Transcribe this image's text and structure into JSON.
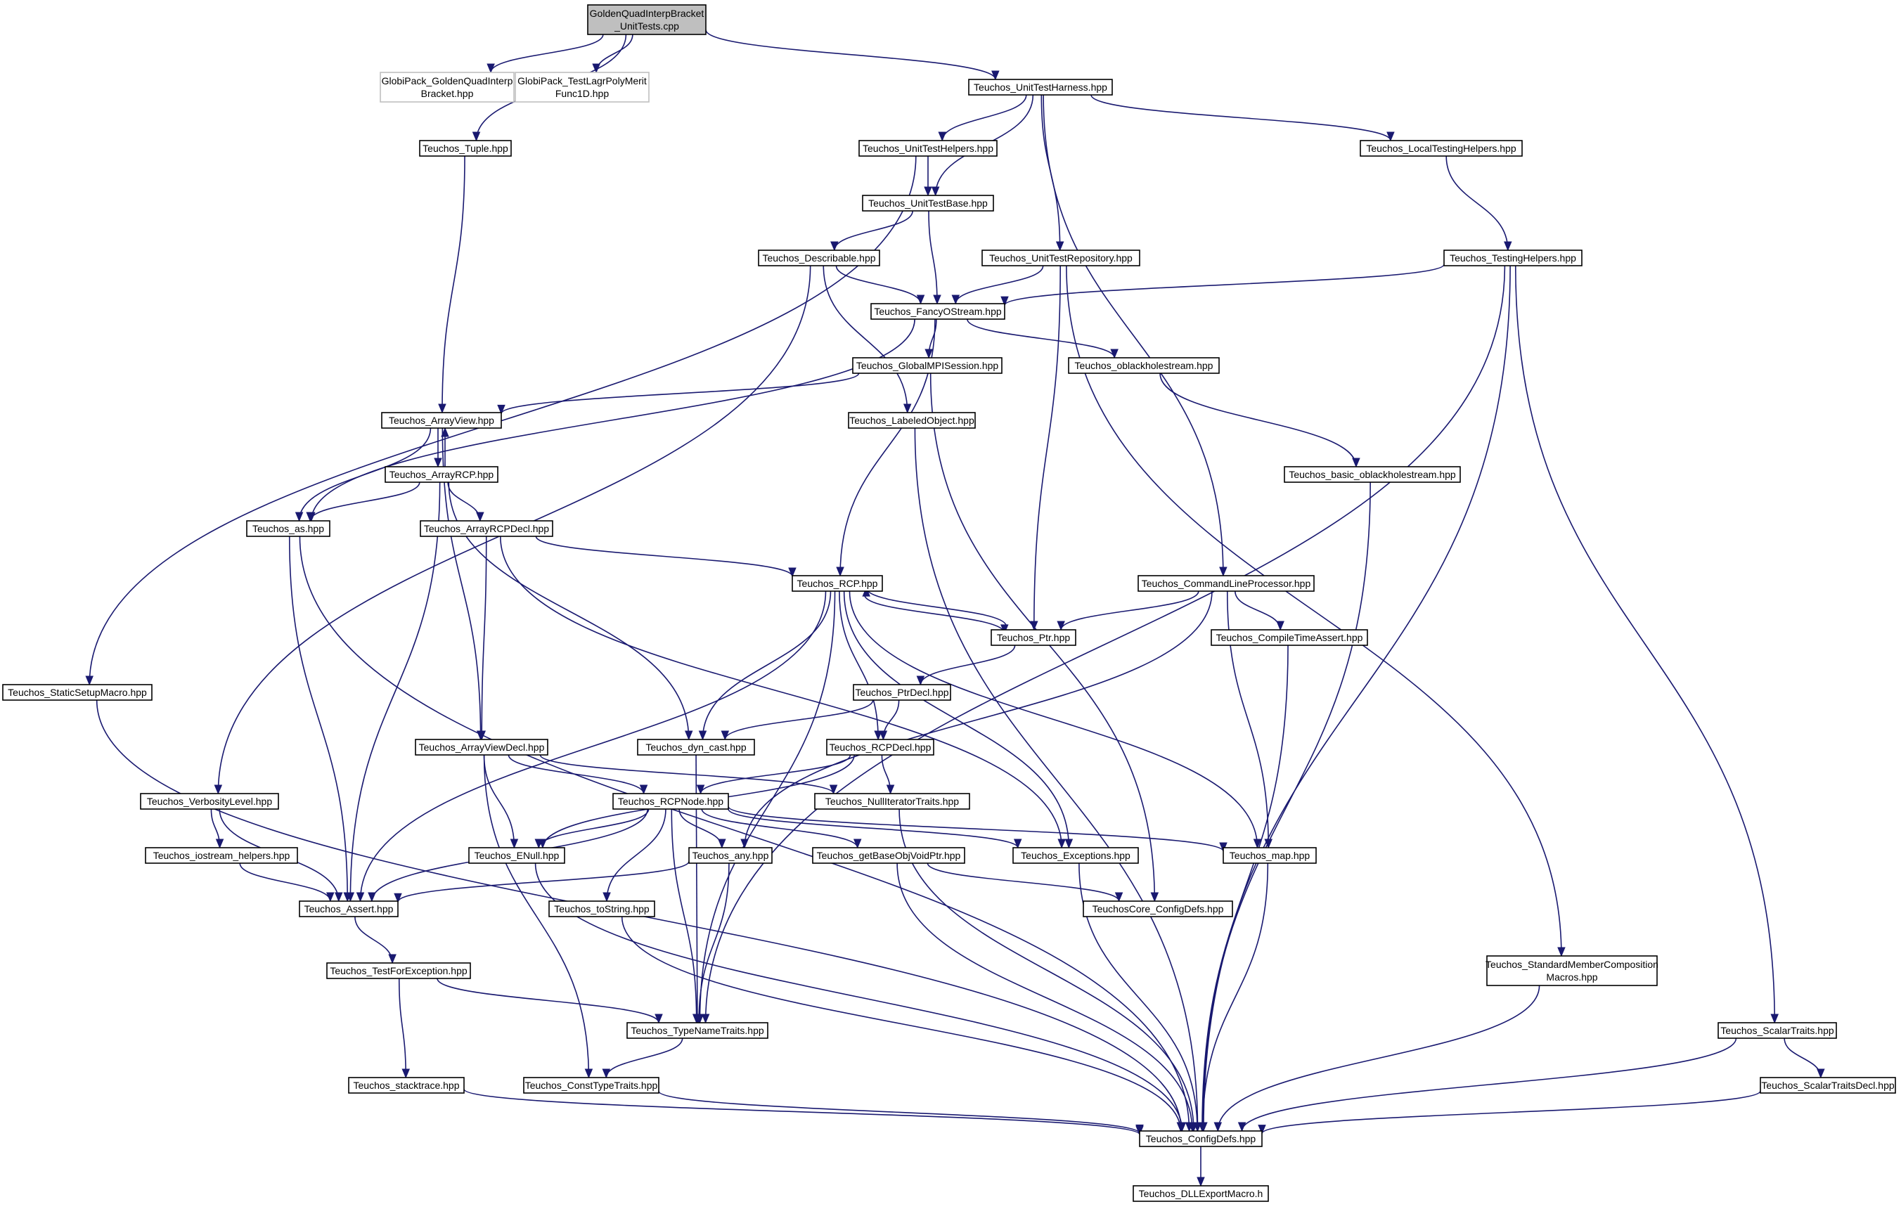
{
  "diagram": {
    "type": "include-dependency-graph",
    "colors": {
      "edge": "#191970",
      "node_border": "#000000",
      "root_fill": "#bfbfbf",
      "external_border": "#bfbfbf",
      "background": "#ffffff"
    },
    "nodes": [
      {
        "id": "root",
        "lines": [
          "GoldenQuadInterpBracket",
          "_UnitTests.cpp"
        ],
        "kind": "root"
      },
      {
        "id": "globi_golden",
        "lines": [
          "GlobiPack_GoldenQuadInterp",
          "Bracket.hpp"
        ],
        "kind": "external"
      },
      {
        "id": "globi_testlagr",
        "lines": [
          "GlobiPack_TestLagrPolyMerit",
          "Func1D.hpp"
        ],
        "kind": "external"
      },
      {
        "id": "unittestharness",
        "lines": [
          "Teuchos_UnitTestHarness.hpp"
        ]
      },
      {
        "id": "tuple",
        "lines": [
          "Teuchos_Tuple.hpp"
        ]
      },
      {
        "id": "unittesthelpers",
        "lines": [
          "Teuchos_UnitTestHelpers.hpp"
        ]
      },
      {
        "id": "localtestinghelpers",
        "lines": [
          "Teuchos_LocalTestingHelpers.hpp"
        ]
      },
      {
        "id": "unittestbase",
        "lines": [
          "Teuchos_UnitTestBase.hpp"
        ]
      },
      {
        "id": "describable",
        "lines": [
          "Teuchos_Describable.hpp"
        ]
      },
      {
        "id": "unittestrepository",
        "lines": [
          "Teuchos_UnitTestRepository.hpp"
        ]
      },
      {
        "id": "testinghelpers",
        "lines": [
          "Teuchos_TestingHelpers.hpp"
        ]
      },
      {
        "id": "fancyostream",
        "lines": [
          "Teuchos_FancyOStream.hpp"
        ]
      },
      {
        "id": "globalmpisession",
        "lines": [
          "Teuchos_GlobalMPISession.hpp"
        ]
      },
      {
        "id": "oblackholestream",
        "lines": [
          "Teuchos_oblackholestream.hpp"
        ]
      },
      {
        "id": "arrayview",
        "lines": [
          "Teuchos_ArrayView.hpp"
        ]
      },
      {
        "id": "labeledobject",
        "lines": [
          "Teuchos_LabeledObject.hpp"
        ]
      },
      {
        "id": "arrayrcp",
        "lines": [
          "Teuchos_ArrayRCP.hpp"
        ]
      },
      {
        "id": "basic_oblackholestream",
        "lines": [
          "Teuchos_basic_oblackholestream.hpp"
        ]
      },
      {
        "id": "as",
        "lines": [
          "Teuchos_as.hpp"
        ]
      },
      {
        "id": "arrayrcpdecl",
        "lines": [
          "Teuchos_ArrayRCPDecl.hpp"
        ]
      },
      {
        "id": "rcp",
        "lines": [
          "Teuchos_RCP.hpp"
        ]
      },
      {
        "id": "commandlineprocessor",
        "lines": [
          "Teuchos_CommandLineProcessor.hpp"
        ]
      },
      {
        "id": "ptr",
        "lines": [
          "Teuchos_Ptr.hpp"
        ]
      },
      {
        "id": "compiletimeassert",
        "lines": [
          "Teuchos_CompileTimeAssert.hpp"
        ]
      },
      {
        "id": "staticsetupmacro",
        "lines": [
          "Teuchos_StaticSetupMacro.hpp"
        ]
      },
      {
        "id": "ptrdecl",
        "lines": [
          "Teuchos_PtrDecl.hpp"
        ]
      },
      {
        "id": "arrayviewdecl",
        "lines": [
          "Teuchos_ArrayViewDecl.hpp"
        ]
      },
      {
        "id": "dyn_cast",
        "lines": [
          "Teuchos_dyn_cast.hpp"
        ]
      },
      {
        "id": "rcpdecl",
        "lines": [
          "Teuchos_RCPDecl.hpp"
        ]
      },
      {
        "id": "verbositylevel",
        "lines": [
          "Teuchos_VerbosityLevel.hpp"
        ]
      },
      {
        "id": "rcpnode",
        "lines": [
          "Teuchos_RCPNode.hpp"
        ]
      },
      {
        "id": "nulliteratortraits",
        "lines": [
          "Teuchos_NullIteratorTraits.hpp"
        ]
      },
      {
        "id": "iostream_helpers",
        "lines": [
          "Teuchos_iostream_helpers.hpp"
        ]
      },
      {
        "id": "enull",
        "lines": [
          "Teuchos_ENull.hpp"
        ]
      },
      {
        "id": "any",
        "lines": [
          "Teuchos_any.hpp"
        ]
      },
      {
        "id": "getbaseobjvoidptr",
        "lines": [
          "Teuchos_getBaseObjVoidPtr.hpp"
        ]
      },
      {
        "id": "exceptions",
        "lines": [
          "Teuchos_Exceptions.hpp"
        ]
      },
      {
        "id": "map",
        "lines": [
          "Teuchos_map.hpp"
        ]
      },
      {
        "id": "assert",
        "lines": [
          "Teuchos_Assert.hpp"
        ]
      },
      {
        "id": "tostring",
        "lines": [
          "Teuchos_toString.hpp"
        ]
      },
      {
        "id": "teuchoscore_configdefs",
        "lines": [
          "TeuchosCore_ConfigDefs.hpp"
        ]
      },
      {
        "id": "testforexception",
        "lines": [
          "Teuchos_TestForException.hpp"
        ]
      },
      {
        "id": "standardmembercomposition",
        "lines": [
          "Teuchos_StandardMemberComposition",
          "Macros.hpp"
        ]
      },
      {
        "id": "typenametraits",
        "lines": [
          "Teuchos_TypeNameTraits.hpp"
        ]
      },
      {
        "id": "scalartraits",
        "lines": [
          "Teuchos_ScalarTraits.hpp"
        ]
      },
      {
        "id": "stacktrace",
        "lines": [
          "Teuchos_stacktrace.hpp"
        ]
      },
      {
        "id": "consttypetraits",
        "lines": [
          "Teuchos_ConstTypeTraits.hpp"
        ]
      },
      {
        "id": "scalartraitsdecl",
        "lines": [
          "Teuchos_ScalarTraitsDecl.hpp"
        ]
      },
      {
        "id": "configdefs",
        "lines": [
          "Teuchos_ConfigDefs.hpp"
        ]
      },
      {
        "id": "dllexportmacro",
        "lines": [
          "Teuchos_DLLExportMacro.h"
        ]
      }
    ],
    "edges": [
      [
        "root",
        "globi_golden"
      ],
      [
        "root",
        "globi_testlagr"
      ],
      [
        "root",
        "unittestharness"
      ],
      [
        "root",
        "tuple"
      ],
      [
        "unittestharness",
        "unittesthelpers"
      ],
      [
        "unittestharness",
        "unittestbase"
      ],
      [
        "unittestharness",
        "localtestinghelpers"
      ],
      [
        "unittestharness",
        "unittestrepository"
      ],
      [
        "unittestharness",
        "commandlineprocessor"
      ],
      [
        "tuple",
        "arrayview"
      ],
      [
        "unittesthelpers",
        "unittestbase"
      ],
      [
        "unittesthelpers",
        "staticsetupmacro"
      ],
      [
        "localtestinghelpers",
        "testinghelpers"
      ],
      [
        "unittestbase",
        "describable"
      ],
      [
        "unittestbase",
        "fancyostream"
      ],
      [
        "describable",
        "fancyostream"
      ],
      [
        "describable",
        "labeledobject"
      ],
      [
        "describable",
        "verbositylevel"
      ],
      [
        "unittestrepository",
        "fancyostream"
      ],
      [
        "unittestrepository",
        "ptr"
      ],
      [
        "unittestrepository",
        "standardmembercomposition"
      ],
      [
        "testinghelpers",
        "fancyostream"
      ],
      [
        "testinghelpers",
        "typenametraits"
      ],
      [
        "testinghelpers",
        "configdefs"
      ],
      [
        "testinghelpers",
        "scalartraits"
      ],
      [
        "fancyostream",
        "globalmpisession"
      ],
      [
        "fancyostream",
        "oblackholestream"
      ],
      [
        "fancyostream",
        "as"
      ],
      [
        "fancyostream",
        "rcp"
      ],
      [
        "globalmpisession",
        "arrayview"
      ],
      [
        "globalmpisession",
        "teuchoscore_configdefs"
      ],
      [
        "oblackholestream",
        "basic_oblackholestream"
      ],
      [
        "labeledobject",
        "configdefs"
      ],
      [
        "basic_oblackholestream",
        "configdefs"
      ],
      [
        "arrayview",
        "arrayrcp"
      ],
      [
        "arrayview",
        "as"
      ],
      [
        "arrayview",
        "arrayviewdecl"
      ],
      [
        "arrayrcp",
        "arrayview"
      ],
      [
        "arrayrcp",
        "as"
      ],
      [
        "arrayrcp",
        "arrayrcpdecl"
      ],
      [
        "arrayrcp",
        "assert"
      ],
      [
        "arrayrcp",
        "dyn_cast"
      ],
      [
        "as",
        "assert"
      ],
      [
        "as",
        "configdefs"
      ],
      [
        "arrayrcpdecl",
        "rcp"
      ],
      [
        "arrayrcpdecl",
        "arrayviewdecl"
      ],
      [
        "arrayrcpdecl",
        "exceptions"
      ],
      [
        "rcp",
        "ptr"
      ],
      [
        "rcp",
        "dyn_cast"
      ],
      [
        "rcp",
        "rcpdecl"
      ],
      [
        "rcp",
        "assert"
      ],
      [
        "rcp",
        "exceptions"
      ],
      [
        "rcp",
        "map"
      ],
      [
        "rcp",
        "typenametraits"
      ],
      [
        "ptr",
        "rcp"
      ],
      [
        "ptr",
        "ptrdecl"
      ],
      [
        "commandlineprocessor",
        "ptr"
      ],
      [
        "commandlineprocessor",
        "compiletimeassert"
      ],
      [
        "commandlineprocessor",
        "map"
      ],
      [
        "commandlineprocessor",
        "any"
      ],
      [
        "compiletimeassert",
        "configdefs"
      ],
      [
        "staticsetupmacro",
        "configdefs"
      ],
      [
        "ptrdecl",
        "rcpdecl"
      ],
      [
        "ptrdecl",
        "dyn_cast"
      ],
      [
        "arrayviewdecl",
        "rcpnode"
      ],
      [
        "arrayviewdecl",
        "enull"
      ],
      [
        "arrayviewdecl",
        "nulliteratortraits"
      ],
      [
        "arrayviewdecl",
        "consttypetraits"
      ],
      [
        "dyn_cast",
        "typenametraits"
      ],
      [
        "rcpdecl",
        "rcpnode"
      ],
      [
        "rcpdecl",
        "enull"
      ],
      [
        "rcpdecl",
        "nulliteratortraits"
      ],
      [
        "verbositylevel",
        "iostream_helpers"
      ],
      [
        "verbositylevel",
        "assert"
      ],
      [
        "rcpnode",
        "enull"
      ],
      [
        "rcpnode",
        "any"
      ],
      [
        "rcpnode",
        "getbaseobjvoidptr"
      ],
      [
        "rcpnode",
        "exceptions"
      ],
      [
        "rcpnode",
        "map"
      ],
      [
        "rcpnode",
        "assert"
      ],
      [
        "rcpnode",
        "tostring"
      ],
      [
        "rcpnode",
        "typenametraits"
      ],
      [
        "nulliteratortraits",
        "configdefs"
      ],
      [
        "iostream_helpers",
        "assert"
      ],
      [
        "enull",
        "configdefs"
      ],
      [
        "any",
        "assert"
      ],
      [
        "any",
        "typenametraits"
      ],
      [
        "getbaseobjvoidptr",
        "teuchoscore_configdefs"
      ],
      [
        "getbaseobjvoidptr",
        "configdefs"
      ],
      [
        "exceptions",
        "configdefs"
      ],
      [
        "map",
        "configdefs"
      ],
      [
        "assert",
        "testforexception"
      ],
      [
        "tostring",
        "configdefs"
      ],
      [
        "testforexception",
        "stacktrace"
      ],
      [
        "testforexception",
        "typenametraits"
      ],
      [
        "standardmembercomposition",
        "configdefs"
      ],
      [
        "typenametraits",
        "consttypetraits"
      ],
      [
        "scalartraits",
        "scalartraitsdecl"
      ],
      [
        "scalartraits",
        "configdefs"
      ],
      [
        "stacktrace",
        "configdefs"
      ],
      [
        "consttypetraits",
        "configdefs"
      ],
      [
        "scalartraitsdecl",
        "configdefs"
      ],
      [
        "configdefs",
        "dllexportmacro"
      ]
    ]
  }
}
